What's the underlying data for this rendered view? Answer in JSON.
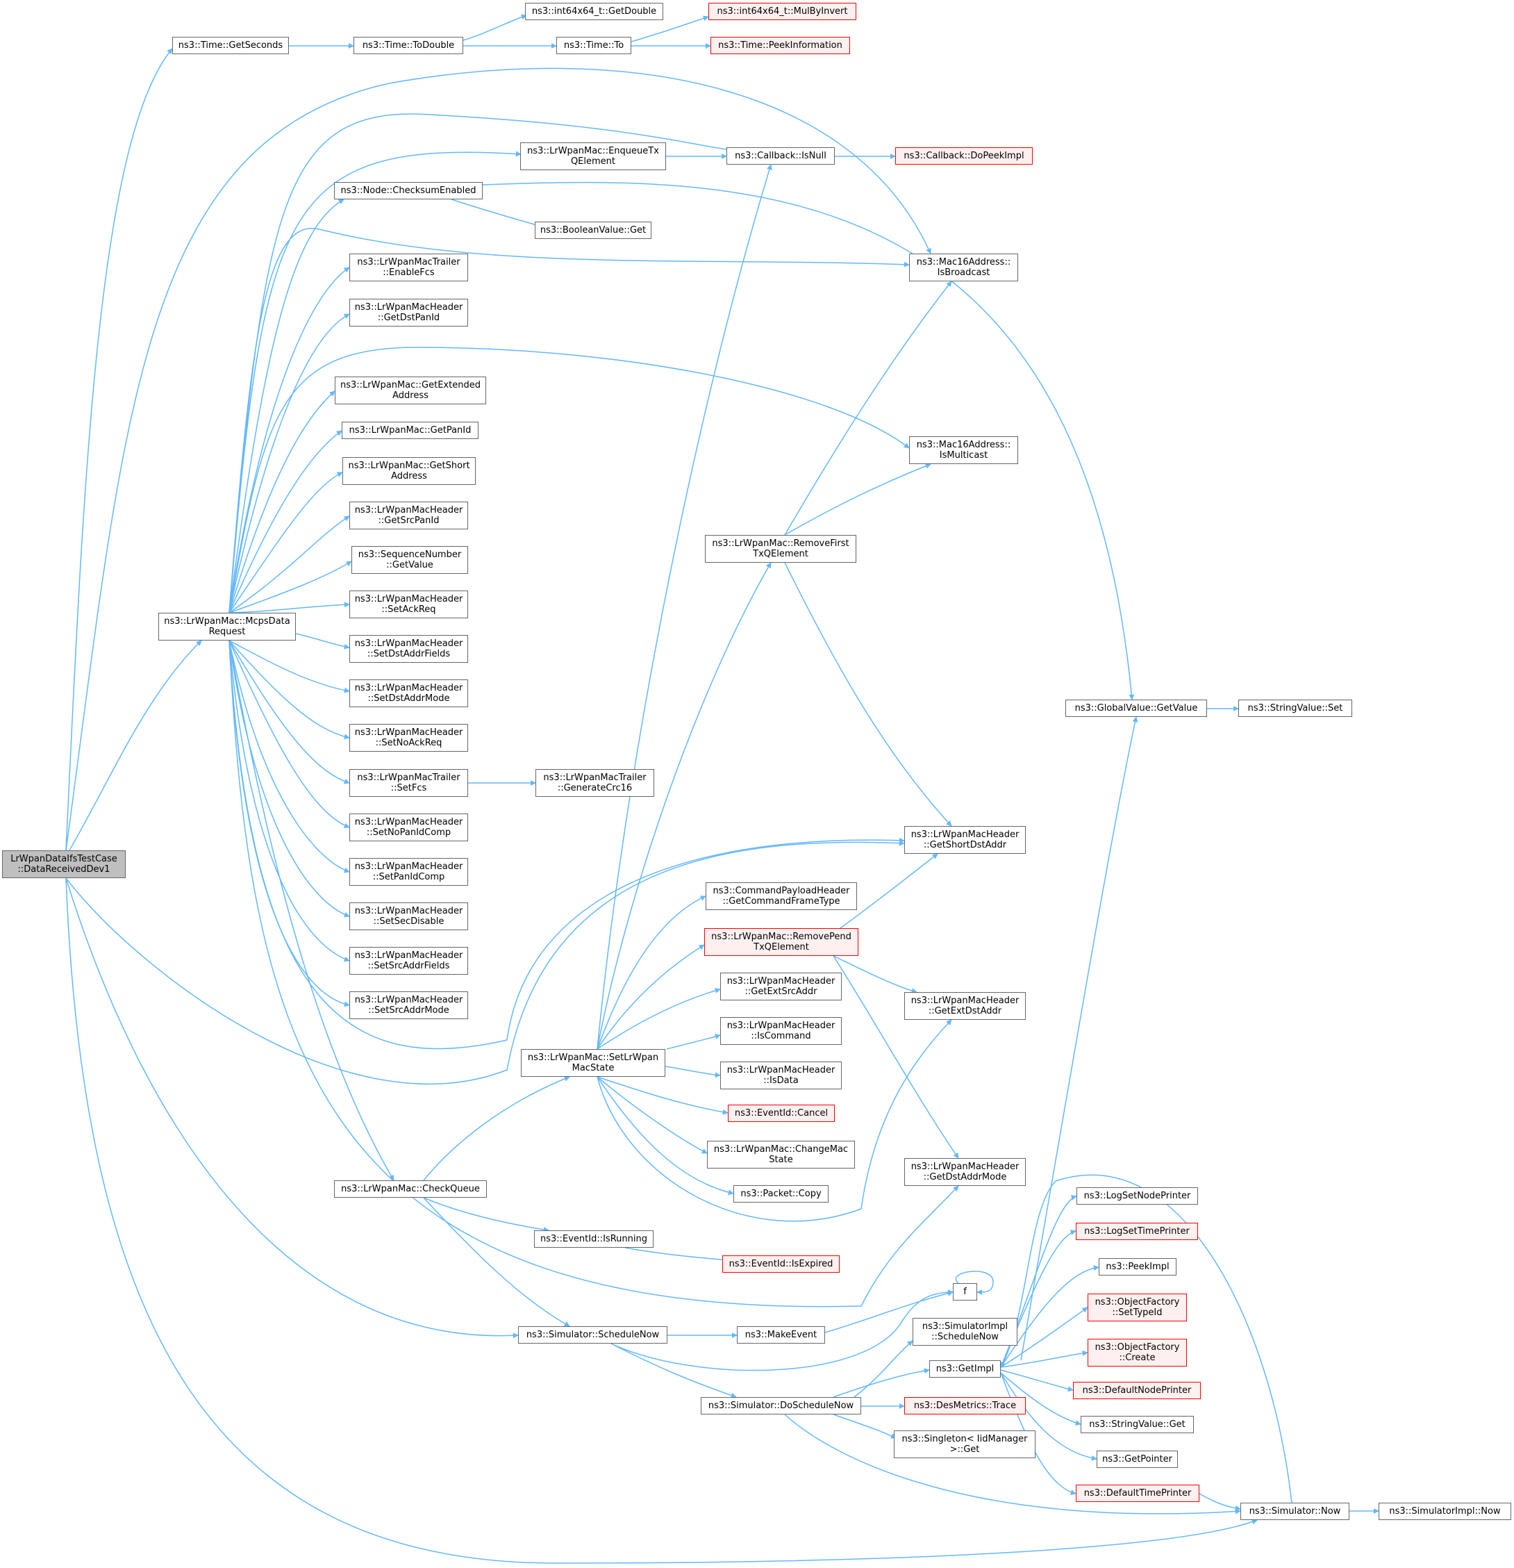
{
  "colors": {
    "edge": "#63b8ff",
    "node_border": "#666666",
    "ext_border": "#ff0000",
    "ext_fill": "#fff0f0",
    "root_fill": "#bfbfbf"
  },
  "nodes": [
    {
      "id": "root",
      "label": "LrWpanDataIfsTestCase\n::DataReceivedDev1",
      "style": "root"
    },
    {
      "id": "getseconds",
      "label": "ns3::Time::GetSeconds"
    },
    {
      "id": "todouble",
      "label": "ns3::Time::ToDouble"
    },
    {
      "id": "getdouble",
      "label": "ns3::int64x64_t::GetDouble"
    },
    {
      "id": "timeto",
      "label": "ns3::Time::To"
    },
    {
      "id": "mulbyinvert",
      "label": "ns3::int64x64_t::MulByInvert",
      "style": "ext"
    },
    {
      "id": "peekinfo",
      "label": "ns3::Time::PeekInformation",
      "style": "ext"
    },
    {
      "id": "enqueue",
      "label": "ns3::LrWpanMac::EnqueueTx\nQElement"
    },
    {
      "id": "isnull",
      "label": "ns3::Callback::IsNull"
    },
    {
      "id": "dopeek",
      "label": "ns3::Callback::DoPeekImpl",
      "style": "ext"
    },
    {
      "id": "checksum",
      "label": "ns3::Node::ChecksumEnabled"
    },
    {
      "id": "boolget",
      "label": "ns3::BooleanValue::Get"
    },
    {
      "id": "isbroadcast",
      "label": "ns3::Mac16Address::\nIsBroadcast"
    },
    {
      "id": "enablefcs",
      "label": "ns3::LrWpanMacTrailer\n::EnableFcs"
    },
    {
      "id": "getdstpanid",
      "label": "ns3::LrWpanMacHeader\n::GetDstPanId"
    },
    {
      "id": "getextaddr",
      "label": "ns3::LrWpanMac::GetExtended\nAddress"
    },
    {
      "id": "getpanid",
      "label": "ns3::LrWpanMac::GetPanId"
    },
    {
      "id": "getshortaddr",
      "label": "ns3::LrWpanMac::GetShort\nAddress"
    },
    {
      "id": "ismulticast",
      "label": "ns3::Mac16Address::\nIsMulticast"
    },
    {
      "id": "getsrcpanid",
      "label": "ns3::LrWpanMacHeader\n::GetSrcPanId"
    },
    {
      "id": "seqgetvalue",
      "label": "ns3::SequenceNumber\n::GetValue"
    },
    {
      "id": "removefirst",
      "label": "ns3::LrWpanMac::RemoveFirst\nTxQElement"
    },
    {
      "id": "setackreq",
      "label": "ns3::LrWpanMacHeader\n::SetAckReq"
    },
    {
      "id": "mcps",
      "label": "ns3::LrWpanMac::McpsData\nRequest"
    },
    {
      "id": "setdstaddrfields",
      "label": "ns3::LrWpanMacHeader\n::SetDstAddrFields"
    },
    {
      "id": "setdstaddrmode",
      "label": "ns3::LrWpanMacHeader\n::SetDstAddrMode"
    },
    {
      "id": "globalgetvalue",
      "label": "ns3::GlobalValue::GetValue"
    },
    {
      "id": "stringset",
      "label": "ns3::StringValue::Set"
    },
    {
      "id": "setnoackreq",
      "label": "ns3::LrWpanMacHeader\n::SetNoAckReq"
    },
    {
      "id": "setfcs",
      "label": "ns3::LrWpanMacTrailer\n::SetFcs"
    },
    {
      "id": "gencrc",
      "label": "ns3::LrWpanMacTrailer\n::GenerateCrc16"
    },
    {
      "id": "setnopanidcomp",
      "label": "ns3::LrWpanMacHeader\n::SetNoPanIdComp"
    },
    {
      "id": "getshortdst",
      "label": "ns3::LrWpanMacHeader\n::GetShortDstAddr"
    },
    {
      "id": "setpanidcomp",
      "label": "ns3::LrWpanMacHeader\n::SetPanIdComp"
    },
    {
      "id": "cmdframetype",
      "label": "ns3::CommandPayloadHeader\n::GetCommandFrameType"
    },
    {
      "id": "setsecdisable",
      "label": "ns3::LrWpanMacHeader\n::SetSecDisable"
    },
    {
      "id": "removepend",
      "label": "ns3::LrWpanMac::RemovePend\nTxQElement",
      "style": "ext"
    },
    {
      "id": "setsrcaddrfields",
      "label": "ns3::LrWpanMacHeader\n::SetSrcAddrFields"
    },
    {
      "id": "getextsrc",
      "label": "ns3::LrWpanMacHeader\n::GetExtSrcAddr"
    },
    {
      "id": "getextdst",
      "label": "ns3::LrWpanMacHeader\n::GetExtDstAddr"
    },
    {
      "id": "setsrcaddrmode",
      "label": "ns3::LrWpanMacHeader\n::SetSrcAddrMode"
    },
    {
      "id": "iscommand",
      "label": "ns3::LrWpanMacHeader\n::IsCommand"
    },
    {
      "id": "setstate",
      "label": "ns3::LrWpanMac::SetLrWpan\nMacState"
    },
    {
      "id": "isdata",
      "label": "ns3::LrWpanMacHeader\n::IsData"
    },
    {
      "id": "cancel",
      "label": "ns3::EventId::Cancel",
      "style": "ext"
    },
    {
      "id": "changestate",
      "label": "ns3::LrWpanMac::ChangeMac\nState"
    },
    {
      "id": "getdstaddrmode",
      "label": "ns3::LrWpanMacHeader\n::GetDstAddrMode"
    },
    {
      "id": "checkqueue",
      "label": "ns3::LrWpanMac::CheckQueue"
    },
    {
      "id": "packetcopy",
      "label": "ns3::Packet::Copy"
    },
    {
      "id": "lognode",
      "label": "ns3::LogSetNodePrinter"
    },
    {
      "id": "isrunning",
      "label": "ns3::EventId::IsRunning"
    },
    {
      "id": "logtime",
      "label": "ns3::LogSetTimePrinter",
      "style": "ext"
    },
    {
      "id": "isexpired",
      "label": "ns3::EventId::IsExpired",
      "style": "ext"
    },
    {
      "id": "peekimpl",
      "label": "ns3::PeekImpl"
    },
    {
      "id": "f",
      "label": "f"
    },
    {
      "id": "settypeid",
      "label": "ns3::ObjectFactory\n::SetTypeId",
      "style": "ext"
    },
    {
      "id": "implschedulenow",
      "label": "ns3::SimulatorImpl\n::ScheduleNow"
    },
    {
      "id": "schedulenow",
      "label": "ns3::Simulator::ScheduleNow"
    },
    {
      "id": "makeevent",
      "label": "ns3::MakeEvent"
    },
    {
      "id": "create",
      "label": "ns3::ObjectFactory\n::Create",
      "style": "ext"
    },
    {
      "id": "getimpl",
      "label": "ns3::GetImpl"
    },
    {
      "id": "defnode",
      "label": "ns3::DefaultNodePrinter",
      "style": "ext"
    },
    {
      "id": "doschedulenow",
      "label": "ns3::Simulator::DoScheduleNow"
    },
    {
      "id": "desmetrics",
      "label": "ns3::DesMetrics::Trace",
      "style": "ext"
    },
    {
      "id": "stringget",
      "label": "ns3::StringValue::Get"
    },
    {
      "id": "singleton",
      "label": "ns3::Singleton< IidManager\n>::Get"
    },
    {
      "id": "getpointer",
      "label": "ns3::GetPointer"
    },
    {
      "id": "deftime",
      "label": "ns3::DefaultTimePrinter",
      "style": "ext"
    },
    {
      "id": "simnow",
      "label": "ns3::Simulator::Now"
    },
    {
      "id": "implnow",
      "label": "ns3::SimulatorImpl::Now"
    }
  ]
}
